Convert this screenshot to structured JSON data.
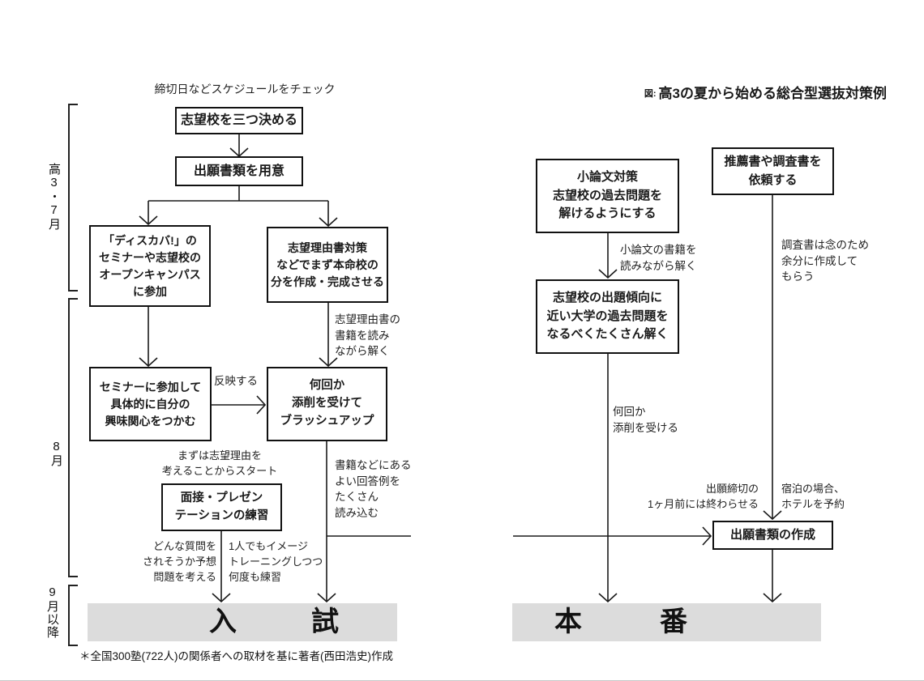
{
  "title": {
    "prefix": "図:",
    "text": "高3の夏から始める総合型選抜対策例"
  },
  "timeline": {
    "period1": "高3・7月",
    "period2": "8月",
    "period3": "9月以降"
  },
  "left_chart": {
    "note_schedule": "締切日などスケジュールをチェック",
    "boxes": {
      "decide_schools": "志望校を三つ決める",
      "prepare_docs": "出願書類を用意",
      "discava_seminar": "「ディスカバ!」の\nセミナーや志望校の\nオープンキャンパス\nに参加",
      "reason_doc": "志望理由書対策\nなどでまず本命校の\n分を作成・完成させる",
      "seminar_interest": "セミナーに参加して\n具体的に自分の\n興味関心をつかむ",
      "brushup": "何回か\n添削を受けて\nブラッシュアップ",
      "interview_practice": "面接・プレゼン\nテーションの練習"
    },
    "annotations": {
      "reason_books": "志望理由書の\n書籍を読み\nながら解く",
      "reflect": "反映する",
      "start_reason": "まずは志望理由を\n考えることからスタート",
      "good_examples": "書籍などにある\nよい回答例を\nたくさん\n読み込む",
      "expected_questions": "どんな質問を\nされそうか予想\n問題を考える",
      "image_training": "1人でもイメージ\nトレーニングしつつ\n何度も練習"
    },
    "bar": {
      "char1": "入",
      "char2": "試"
    }
  },
  "right_chart": {
    "boxes": {
      "essay_practice": "小論文対策\n志望校の過去問題を\n解けるようにする",
      "similar_questions": "志望校の出題傾向に\n近い大学の過去問題を\nなるべくたくさん解く",
      "recommendation": "推薦書や調査書を\n依頼する",
      "application_docs": "出願書類の作成"
    },
    "annotations": {
      "essay_books": "小論文の書籍を\n読みながら解く",
      "extra_copies": "調査書は念のため\n余分に作成して\nもらう",
      "corrections": "何回か\n添削を受ける",
      "deadline": "出願締切の\n1ヶ月前には終わらせる",
      "hotel": "宿泊の場合、\nホテルを予約"
    },
    "bar": {
      "char1": "本",
      "char2": "番"
    }
  },
  "footnote": "＊全国300塾(722人)の関係者への取材を基に著者(西田浩史)作成",
  "colors": {
    "line": "#1a1a1a",
    "bar_bg": "#dcdcdc",
    "text": "#1a1a1a"
  }
}
